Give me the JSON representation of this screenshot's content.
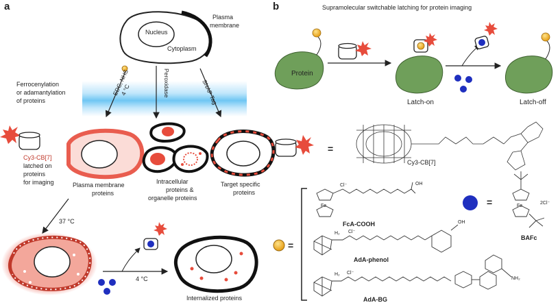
{
  "panel_a": {
    "letter": "a",
    "plasma_membrane": [
      "Plasma",
      "membrane"
    ],
    "nucleus": "Nucleus",
    "cytoplasm": "Cytoplasm",
    "labeling_title": [
      "Ferrocenylation",
      "or adamantylation",
      "of proteins"
    ],
    "reagent_edc": "EDC, NHS",
    "reagent_temp": "4 °C",
    "reagent_peroxidase": "Peroxidase",
    "reagent_snap": "SNAP Tag",
    "cy3_label": "Cy3-CB[7]",
    "cy3_desc": [
      "latched on",
      "proteins",
      "for imaging"
    ],
    "pm_proteins": [
      "Plasma membrane",
      "proteins"
    ],
    "intracellular": [
      "Intracellular",
      "proteins &",
      "organelle proteins"
    ],
    "target_specific": [
      "Target specific",
      "proteins"
    ],
    "temp_37": "37 °C",
    "temp_4": "4 °C",
    "internalized": "Internalized proteins"
  },
  "panel_b": {
    "letter": "b",
    "title": "Supramolecular switchable latching for protein imaging",
    "protein": "Protein",
    "latch_on": "Latch-on",
    "latch_off": "Latch-off",
    "equals": "=",
    "cy3_name": "Cy3-CB[7]",
    "fca": "FcA-COOH",
    "adaphenol": "AdA-phenol",
    "adabg": "AdA-BG",
    "bafc": "BAFc",
    "cl": "Cl⁻",
    "twocl": "2Cl⁻",
    "fe": "Fe",
    "oh": "OH",
    "h2n": "H₂",
    "nh2": "NH₂"
  }
}
